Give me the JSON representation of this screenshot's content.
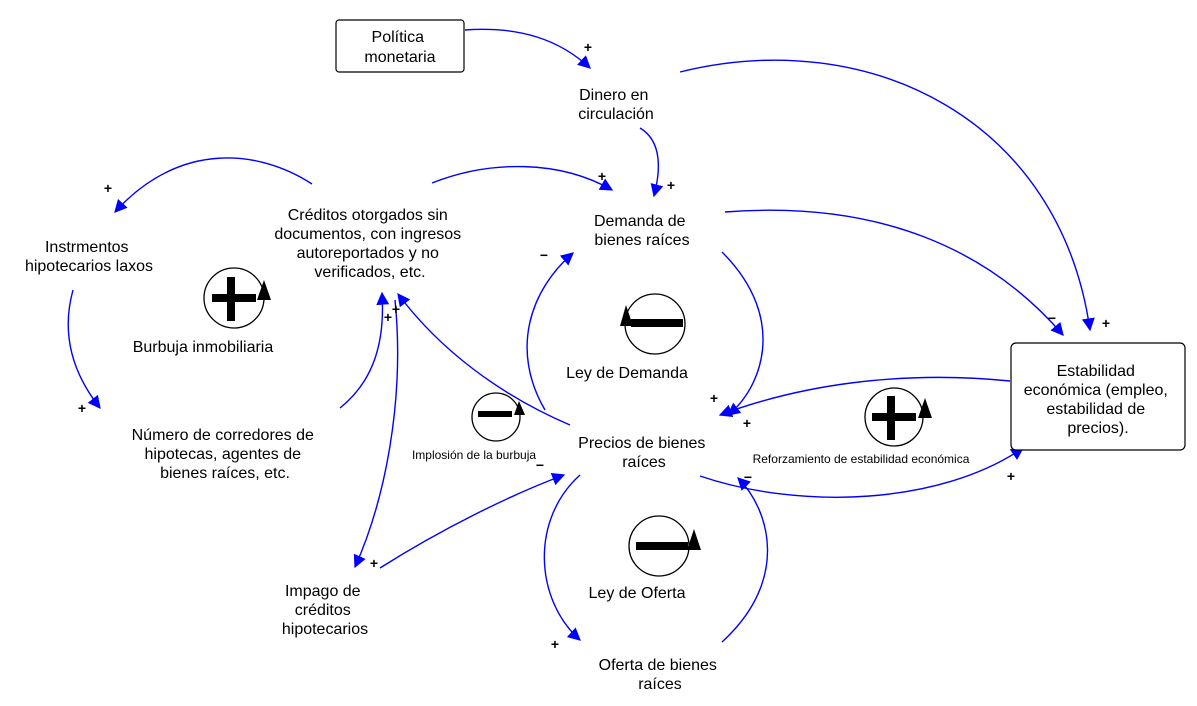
{
  "nodes": {
    "politica": [
      "Política",
      "monetaria"
    ],
    "dinero": [
      "Dinero en",
      "circulación"
    ],
    "creditos": [
      "Créditos otorgados sin",
      "documentos, con ingresos",
      "autoreportados y no",
      "verificados, etc."
    ],
    "demanda": [
      "Demanda de",
      "bienes raíces"
    ],
    "instrumentos": [
      "Instrmentos",
      "hipotecarios laxos"
    ],
    "corredores": [
      "Número de corredores de",
      "hipotecas, agentes de",
      "bienes raíces, etc."
    ],
    "precios": [
      "Precios de bienes",
      "raíces"
    ],
    "estabilidad": [
      "Estabilidad",
      "económica (empleo,",
      "estabilidad de",
      "precios)."
    ],
    "impago": [
      "Impago de",
      "créditos",
      "hipotecarios"
    ],
    "oferta": [
      "Oferta de bienes",
      "raíces"
    ]
  },
  "loops": {
    "burbuja": "Burbuja inmobiliaria",
    "demanda": "Ley de Demanda",
    "implosion": "Implosión de la burbuja",
    "reforzamiento": "Reforzamiento de estabilidad económica",
    "oferta": "Ley de Oferta"
  },
  "polarities": {
    "politica_dinero": "+",
    "dinero_demanda": "+",
    "creditos_demanda": "+",
    "creditos_instrumentos": "+",
    "instrumentos_corredores": "+",
    "corredores_creditos": "+",
    "creditos_impago": "+",
    "impago_precios": "−",
    "precios_creditos": "+",
    "precios_demanda": "−",
    "demanda_precios": "+",
    "demanda_estabilidad": "−",
    "dinero_estabilidad": "+",
    "estabilidad_precios": "+",
    "precios_estabilidad": "+",
    "precios_oferta": "+",
    "oferta_precios": "−"
  },
  "colors": {
    "link": "#0000ff",
    "text": "#000000",
    "box_border": "#000000"
  }
}
